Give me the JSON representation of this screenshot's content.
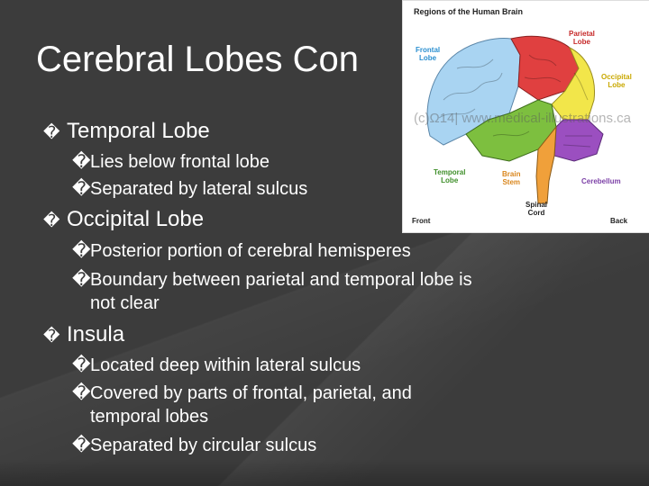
{
  "slide": {
    "title": "Cerebral Lobes Con",
    "sections": [
      {
        "heading": "Temporal Lobe",
        "bullets": [
          "Lies below frontal lobe",
          "Separated by lateral sulcus"
        ]
      },
      {
        "heading": "Occipital Lobe",
        "bullets": [
          "Posterior portion of cerebral hemisperes",
          "Boundary between parietal and temporal lobe is",
          "not clear"
        ]
      },
      {
        "heading": "Insula",
        "bullets": [
          "Located deep within lateral sulcus",
          "Covered by parts of frontal, parietal, and",
          "temporal lobes",
          "Separated by circular sulcus"
        ]
      }
    ],
    "bullet_glyph": "�",
    "sub_bullet_glyph": "�"
  },
  "figure": {
    "title": "Regions of the Human Brain",
    "watermark": "(c)Ω14| www.medical-illustrations.ca",
    "labels": {
      "frontal": [
        "Frontal",
        "Lobe"
      ],
      "parietal": [
        "Parietal",
        "Lobe"
      ],
      "occipital": [
        "Occipital",
        "Lobe"
      ],
      "temporal": [
        "Temporal",
        "Lobe"
      ],
      "brainstem": [
        "Brain",
        "Stem"
      ],
      "cerebellum": "Cerebellum",
      "spinal": [
        "Spinal",
        "Cord"
      ],
      "front": "Front",
      "back": "Back"
    },
    "colors": {
      "frontal": "#a9d4f2",
      "parietal": "#e04040",
      "occipital": "#f2e64a",
      "temporal": "#7dbf3f",
      "brainstem": "#f0a03a",
      "cerebellum": "#9b4fc0",
      "label_blue": "#2a8fd0",
      "label_red": "#c62828",
      "label_yellow": "#c9a800",
      "label_green": "#3f8f2a",
      "label_orange": "#d9861c",
      "label_purple": "#7b3fa6"
    }
  }
}
